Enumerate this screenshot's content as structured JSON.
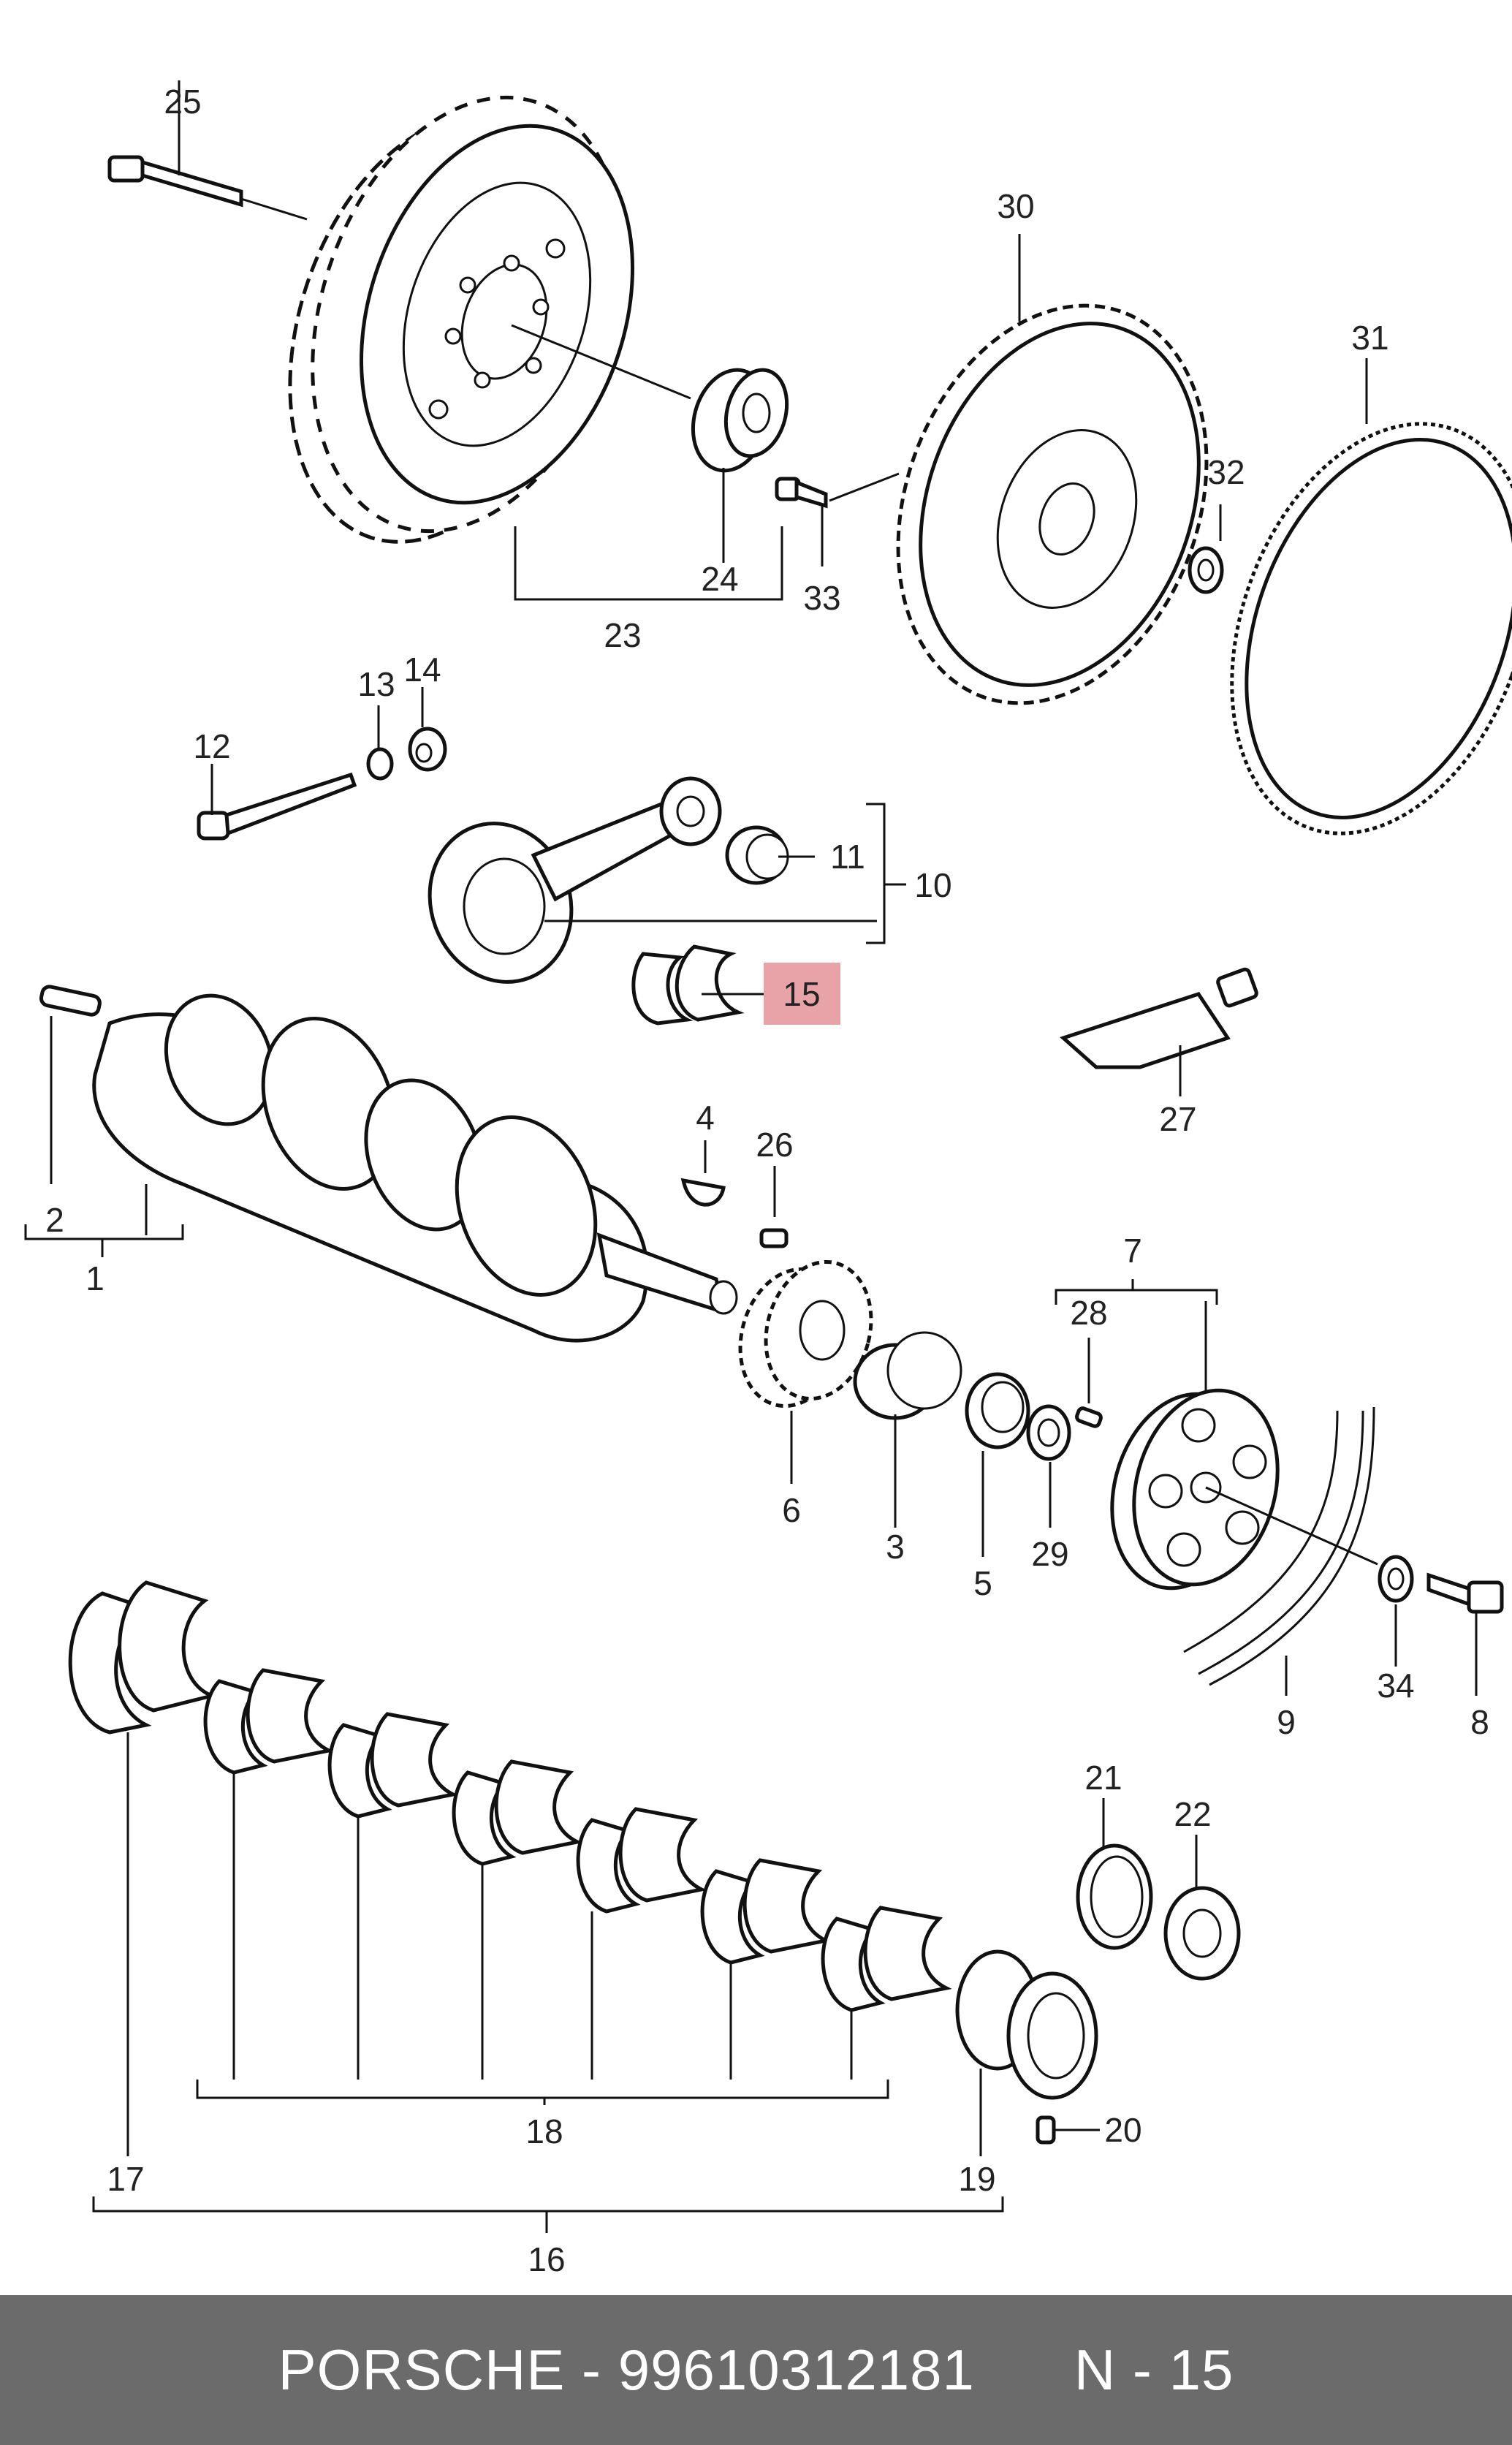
{
  "diagram": {
    "callouts": [
      {
        "id": "c25",
        "label": "25"
      },
      {
        "id": "c30",
        "label": "30"
      },
      {
        "id": "c31",
        "label": "31"
      },
      {
        "id": "c32",
        "label": "32"
      },
      {
        "id": "c24",
        "label": "24"
      },
      {
        "id": "c33",
        "label": "33"
      },
      {
        "id": "c23",
        "label": "23"
      },
      {
        "id": "c13",
        "label": "13"
      },
      {
        "id": "c14",
        "label": "14"
      },
      {
        "id": "c12",
        "label": "12"
      },
      {
        "id": "c11",
        "label": "11"
      },
      {
        "id": "c10",
        "label": "10"
      },
      {
        "id": "c15",
        "label": "15"
      },
      {
        "id": "c27",
        "label": "27"
      },
      {
        "id": "c4",
        "label": "4"
      },
      {
        "id": "c26",
        "label": "26"
      },
      {
        "id": "c2",
        "label": "2"
      },
      {
        "id": "c1",
        "label": "1"
      },
      {
        "id": "c7",
        "label": "7"
      },
      {
        "id": "c28",
        "label": "28"
      },
      {
        "id": "c6",
        "label": "6"
      },
      {
        "id": "c3",
        "label": "3"
      },
      {
        "id": "c5",
        "label": "5"
      },
      {
        "id": "c29",
        "label": "29"
      },
      {
        "id": "c34",
        "label": "34"
      },
      {
        "id": "c8",
        "label": "8"
      },
      {
        "id": "c9",
        "label": "9"
      },
      {
        "id": "c21",
        "label": "21"
      },
      {
        "id": "c22",
        "label": "22"
      },
      {
        "id": "c18",
        "label": "18"
      },
      {
        "id": "c20",
        "label": "20"
      },
      {
        "id": "c17",
        "label": "17"
      },
      {
        "id": "c19",
        "label": "19"
      },
      {
        "id": "c16",
        "label": "16"
      }
    ],
    "highlighted_callout": "15",
    "highlight_color": "#e8a3a8"
  },
  "footer": {
    "brand": "PORSCHE",
    "separator": " - ",
    "part_number": "99610312181",
    "ref_prefix": "N - ",
    "ref_number": "15"
  }
}
